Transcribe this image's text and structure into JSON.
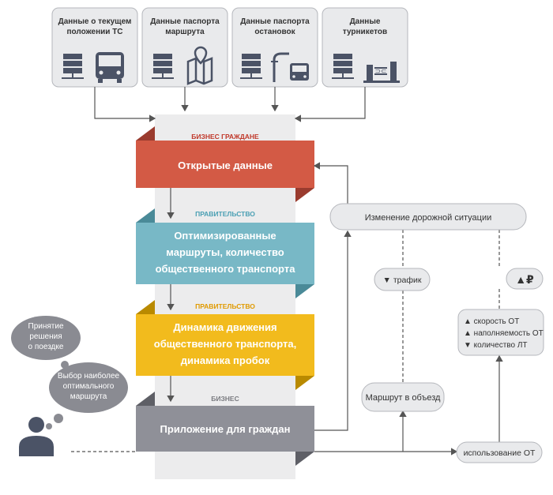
{
  "sources": [
    {
      "label_line1": "Данные о текущем",
      "label_line2": "положении ТС",
      "icons": [
        "server-icon",
        "bus-icon"
      ]
    },
    {
      "label_line1": "Данные паспорта",
      "label_line2": "маршрута",
      "icons": [
        "server-icon",
        "map-icon"
      ]
    },
    {
      "label_line1": "Данные паспорта",
      "label_line2": "остановок",
      "icons": [
        "server-icon",
        "bus-stop-icon"
      ]
    },
    {
      "label_line1": "Данные",
      "label_line2": "турникетов",
      "icons": [
        "server-icon",
        "turnstile-icon"
      ]
    }
  ],
  "layers": [
    {
      "tag": "БИЗНЕС  ГРАЖДАНЕ",
      "lines": [
        "Открытые данные"
      ],
      "color": "#d35a45",
      "tag_color": "#c0392b"
    },
    {
      "tag": "ПРАВИТЕЛЬСТВО",
      "lines": [
        "Оптимизированные",
        "маршруты, количество",
        "общественного транспорта"
      ],
      "color": "#78b8c6",
      "tag_color": "#4a9fb3"
    },
    {
      "tag": "ПРАВИТЕЛЬСТВО",
      "lines": [
        "Динамика движения",
        "общественного транспорта,",
        "динамика пробок"
      ],
      "color": "#f2bb1d",
      "tag_color": "#e09a00"
    },
    {
      "tag": "БИЗНЕС",
      "lines": [
        "Приложение для граждан"
      ],
      "color": "#8f9098",
      "tag_color": "#7a7b80"
    }
  ],
  "road_situation": "Изменение дорожной ситуации",
  "traffic": "▼ трафик",
  "fare": "▲₽",
  "metrics": [
    "▲ скорость ОТ",
    "▲ наполняемость ОТ",
    "▼ количество ЛТ"
  ],
  "detour": "Маршрут в объезд",
  "usage": "использование ОТ",
  "thoughts": {
    "decision": [
      "Принятие",
      "решения",
      "о поездке"
    ],
    "choice": [
      "Выбор наиболее",
      "оптимального",
      "маршрута"
    ]
  },
  "colors": {
    "box_fill": "#e9eaec",
    "box_stroke": "#b5b7bc",
    "icon": "#4b5366",
    "arrow": "#555"
  }
}
